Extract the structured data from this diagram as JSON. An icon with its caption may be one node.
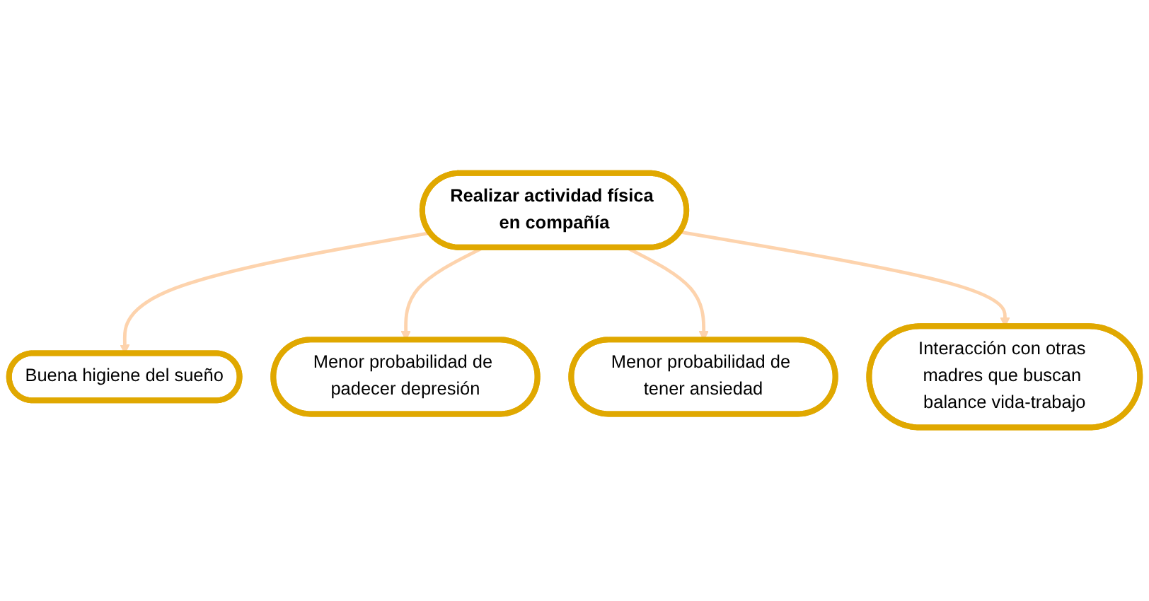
{
  "diagram": {
    "nodes": [
      {
        "text": [
          "Buena higiene del sueño"
        ]
      },
      {
        "text": [
          "Menor probabilidad de padecer depresión"
        ]
      },
      {
        "text": [
          "Realizar actividad física en compañía"
        ]
      },
      {
        "text": [
          "Menor probabilidad de tener ansiedad"
        ]
      },
      {
        "text": [
          "Interacción con otras madres que buscan balance vida-trabajo"
        ]
      }
    ],
    "edges": [
      {
        "from": 2,
        "to": 0,
        "arrow": "to"
      },
      {
        "from": 2,
        "to": 1,
        "arrow": "to"
      },
      {
        "from": 2,
        "to": 3,
        "arrow": "to"
      },
      {
        "from": 2,
        "to": 4,
        "arrow": "to"
      }
    ]
  }
}
